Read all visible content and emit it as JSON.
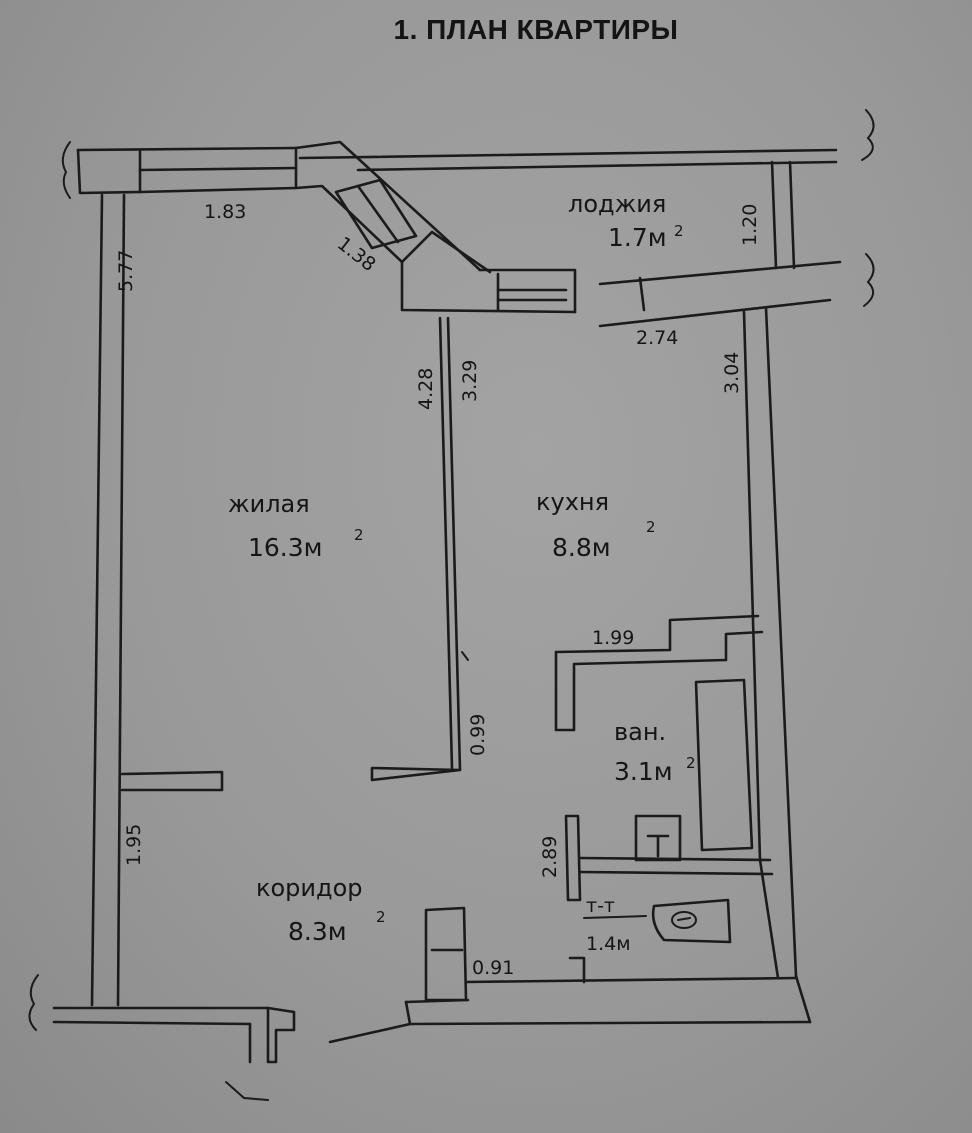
{
  "title": "1. ПЛАН КВАРТИРЫ",
  "rooms": {
    "living": {
      "name": "жилая",
      "area": "16.3м",
      "unit_power": "2"
    },
    "kitchen": {
      "name": "кухня",
      "area": "8.8м",
      "unit_power": "2"
    },
    "loggia": {
      "name": "лоджия",
      "area": "1.7м",
      "unit_power": "2"
    },
    "corridor": {
      "name": "коридор",
      "area": "8.3м",
      "unit_power": "2"
    },
    "bath": {
      "name": "ван.",
      "area": "3.1м",
      "unit_power": "2"
    },
    "toilet": {
      "name": "т-т",
      "area": "1.4м"
    }
  },
  "dimensions": {
    "top_left_wall": "1.83",
    "left_wall": "5.77",
    "angled_wall": "1.38",
    "loggia_width": "1.20",
    "kitchen_top": "2.74",
    "kitchen_right": "3.04",
    "living_right": "4.28",
    "kitchen_left": "3.29",
    "bath_top": "1.99",
    "door_width": "0.99",
    "corridor_left": "1.95",
    "toilet_height": "2.89",
    "toilet_width": "0.91"
  }
}
